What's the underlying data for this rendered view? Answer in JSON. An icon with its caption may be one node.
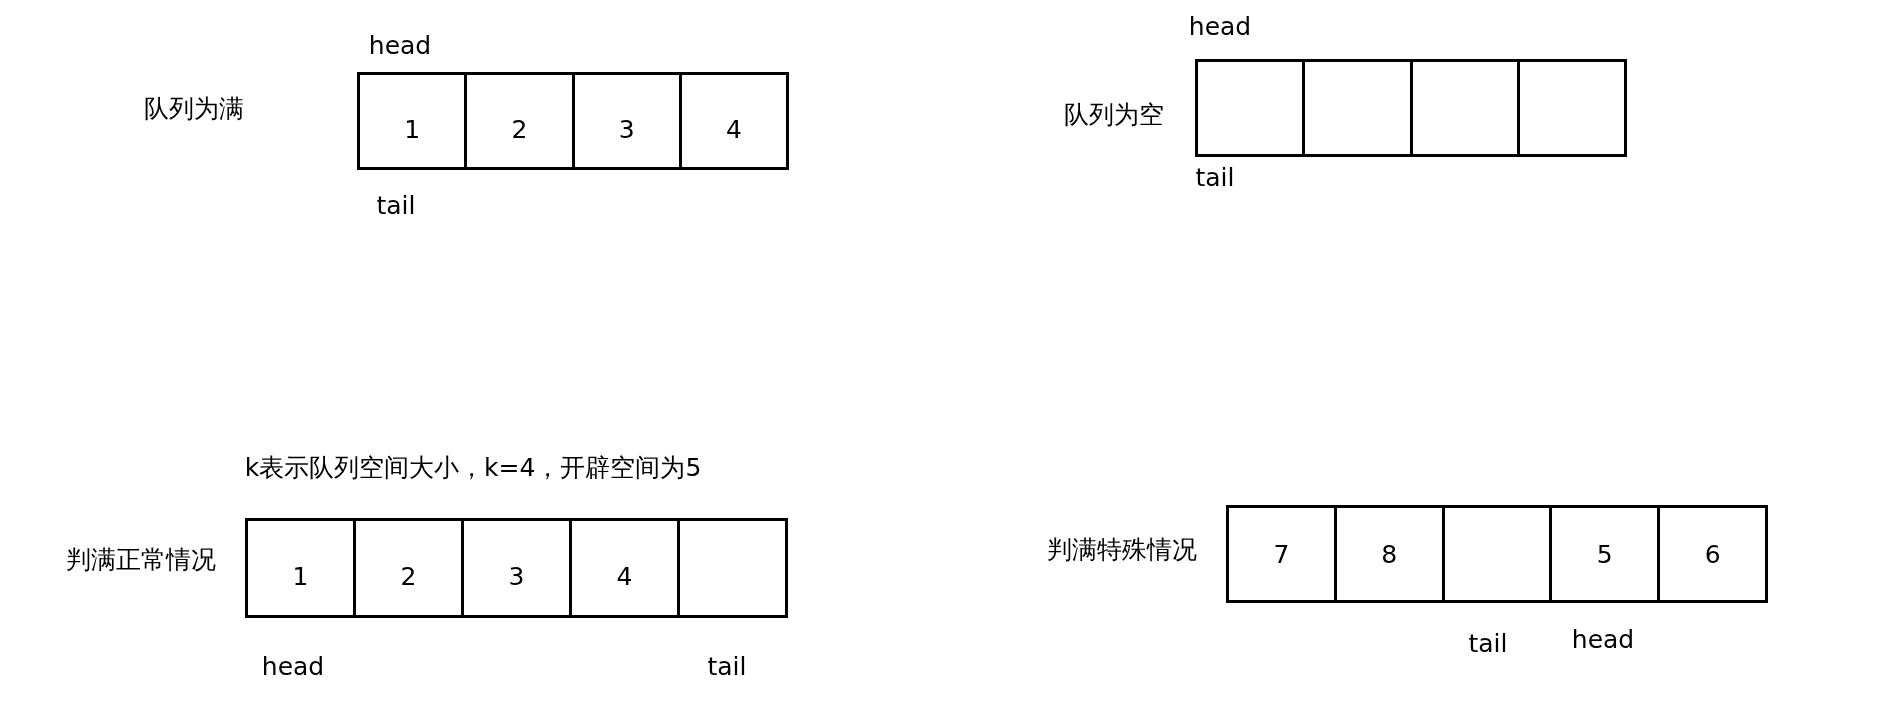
{
  "diagram": {
    "nodes": [
      {
        "text": [
          "1"
        ]
      },
      {
        "text": [
          "2"
        ]
      },
      {
        "text": [
          "3"
        ]
      },
      {
        "text": [
          "4"
        ]
      },
      {
        "text": [],
        "shape": "box"
      },
      {
        "text": [],
        "shape": "box"
      },
      {
        "text": [],
        "shape": "box"
      },
      {
        "text": [],
        "shape": "box"
      },
      {
        "text": [
          "1"
        ]
      },
      {
        "text": [
          "2"
        ]
      },
      {
        "text": [
          "3"
        ]
      },
      {
        "text": [
          "4"
        ]
      },
      {
        "text": [],
        "shape": "box"
      },
      {
        "text": [
          "7"
        ]
      },
      {
        "text": [
          "8"
        ]
      },
      {
        "text": [],
        "shape": "box"
      },
      {
        "text": [
          "5"
        ]
      },
      {
        "text": [
          "6"
        ]
      }
    ],
    "labels": [
      "head",
      "head",
      "队列为满",
      "队列为空",
      "tail",
      "tail",
      "k表示队列空间大小，k=4，开辟空间为5",
      "判满特殊情况",
      "判满正常情况",
      "tail",
      "head",
      "head",
      "tail"
    ]
  }
}
